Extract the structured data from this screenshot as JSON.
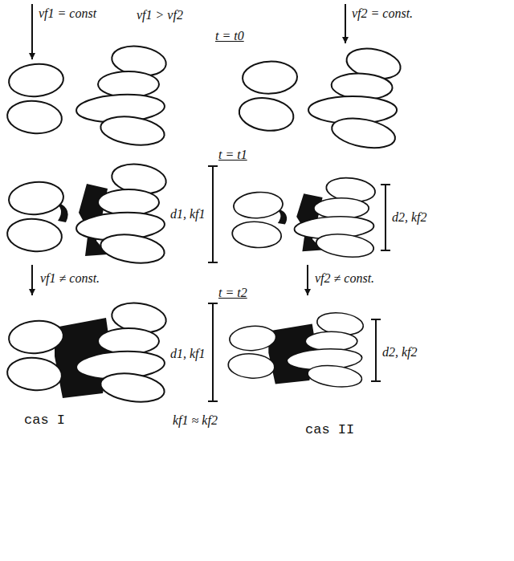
{
  "diagram": {
    "labels": [
      "vf1 = const",
      "vf1 > vf2",
      "vf2 = const.",
      "t = t0",
      "t = t1",
      "d1, kf1",
      "d2, kf2",
      "vf1 ≠ const.",
      "vf2 ≠ const.",
      "t = t2",
      "d1, kf1",
      "d2, kf2",
      "cas I",
      "kf1 ≈ kf2",
      "cas II"
    ]
  }
}
